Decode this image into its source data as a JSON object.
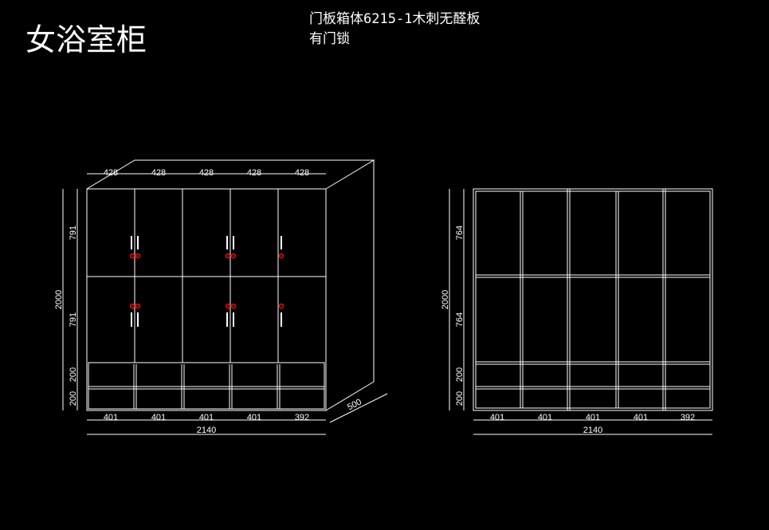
{
  "title": "女浴室柜",
  "notes": [
    "门板箱体6215-1木刺无醛板",
    "有门锁"
  ],
  "colors": {
    "background": "#000000",
    "line": "#ffffff",
    "lock": "#ff0000"
  },
  "front_view": {
    "top_widths": [
      "428",
      "428",
      "428",
      "428",
      "428"
    ],
    "bottom_widths": [
      "401",
      "401",
      "401",
      "401",
      "392"
    ],
    "total_width": "2140",
    "heights": [
      "791",
      "791",
      "200",
      "200"
    ],
    "total_height": "2000",
    "depth": "500"
  },
  "back_view": {
    "bottom_widths": [
      "401",
      "401",
      "401",
      "401",
      "392"
    ],
    "total_width": "2140",
    "heights": [
      "764",
      "764",
      "200",
      "200"
    ],
    "total_height": "2000"
  }
}
